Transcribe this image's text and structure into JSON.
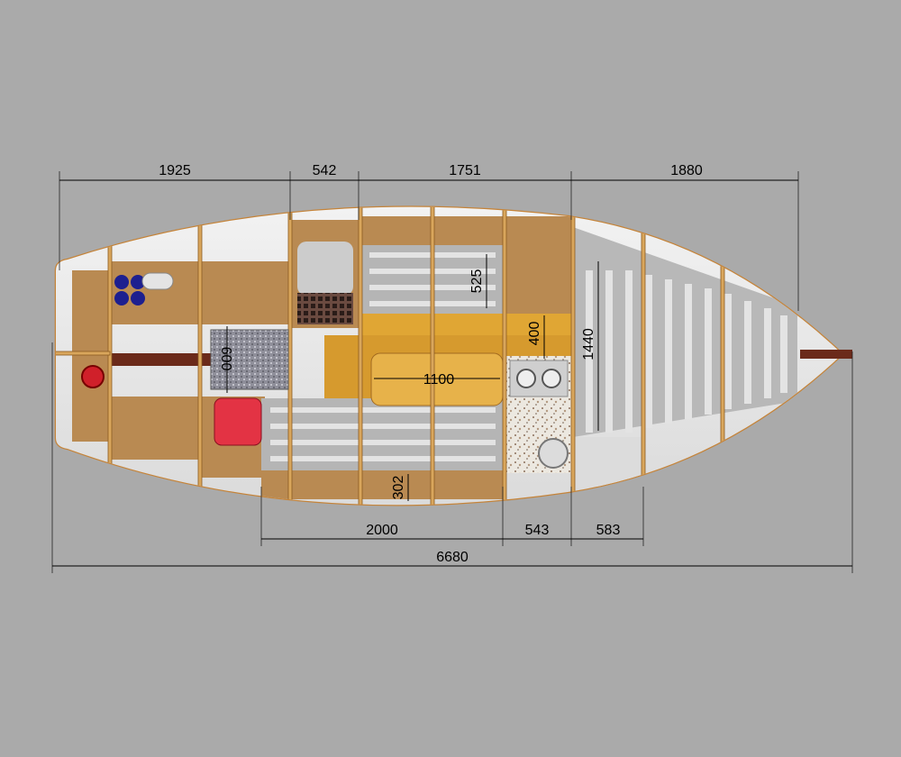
{
  "colors": {
    "background": "#aaaaaa",
    "hull_outline": "#c5843a",
    "cork": "#b98a52",
    "teak": "#e0a634",
    "cushion": "#bdbdbd",
    "bucket": "#e33344",
    "gas_bottle": "#1d1f8f",
    "anchor_bollard": "#d0202a",
    "dimension_line": "#000000"
  },
  "dimensions": {
    "top": [
      {
        "id": "aft-section",
        "value": "1925"
      },
      {
        "id": "head-section",
        "value": "542"
      },
      {
        "id": "saloon-section",
        "value": "1751"
      },
      {
        "id": "forepeak-section",
        "value": "1880"
      }
    ],
    "bottom": [
      {
        "id": "berth-length",
        "value": "2000"
      },
      {
        "id": "galley-length",
        "value": "543"
      },
      {
        "id": "locker-length",
        "value": "583"
      }
    ],
    "overall": {
      "id": "length-overall",
      "value": "6680"
    },
    "interior": [
      {
        "id": "table-length",
        "value": "1100"
      },
      {
        "id": "saloon-berth-width",
        "value": "525"
      },
      {
        "id": "galley-aisle",
        "value": "400"
      },
      {
        "id": "vberth-width",
        "value": "1440"
      },
      {
        "id": "cockpit-seat-width",
        "value": "600"
      },
      {
        "id": "settee-back",
        "value": "302"
      }
    ]
  }
}
